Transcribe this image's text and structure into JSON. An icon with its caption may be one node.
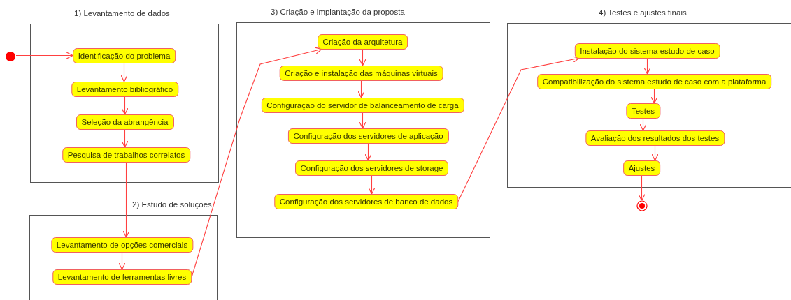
{
  "diagram": {
    "nodes": [
      {
        "text": [
          "1) Levantamento de dados"
        ]
      },
      {
        "text": [
          "Identificação do problema"
        ],
        "in": 0
      },
      {
        "text": [
          "Levantamento bibliográfico"
        ],
        "in": 0
      },
      {
        "text": [
          "Seleção da abrangência"
        ],
        "in": 0
      },
      {
        "text": [
          "Pesquisa de trabalhos correlatos"
        ],
        "in": 0
      },
      {
        "text": [
          "2) Estudo de soluções"
        ]
      },
      {
        "text": [
          "Levantamento de opções comerciais"
        ],
        "in": 5
      },
      {
        "text": [
          "Levantamento de ferramentas livres"
        ],
        "in": 5
      },
      {
        "text": [
          "3) Criação e implantação da proposta"
        ]
      },
      {
        "text": [
          "Criação da arquitetura"
        ],
        "in": 8
      },
      {
        "text": [
          "Criação e instalação das máquinas virtuais"
        ],
        "in": 8
      },
      {
        "text": [
          "Configuração do servidor de balanceamento de carga"
        ],
        "in": 8
      },
      {
        "text": [
          "Configuração dos servidores de aplicação"
        ],
        "in": 8
      },
      {
        "text": [
          "Configuração dos servidores de storage"
        ],
        "in": 8
      },
      {
        "text": [
          "Configuração dos servidores de banco de dados"
        ],
        "in": 8
      },
      {
        "text": [
          "4) Testes e ajustes finais"
        ]
      },
      {
        "text": [
          "Instalação do sistema estudo de caso"
        ],
        "in": 15
      },
      {
        "text": [
          "Compatibilização do sistema estudo de caso com a plataforma"
        ],
        "in": 15
      },
      {
        "text": [
          "Testes"
        ],
        "in": 15
      },
      {
        "text": [
          "Avaliação dos resultados dos testes"
        ],
        "in": 15
      },
      {
        "text": [
          "Ajustes"
        ],
        "in": 15
      },
      {
        "text": [],
        "shape": "circle"
      },
      {
        "text": [],
        "shape": "circle"
      }
    ],
    "edges": [
      {
        "from": 21,
        "to": 1,
        "arrow": "to"
      },
      {
        "from": 1,
        "to": 2,
        "arrow": "to"
      },
      {
        "from": 2,
        "to": 3,
        "arrow": "to"
      },
      {
        "from": 3,
        "to": 4,
        "arrow": "to"
      },
      {
        "from": 4,
        "to": 6,
        "arrow": "to"
      },
      {
        "from": 6,
        "to": 7,
        "arrow": "to"
      },
      {
        "from": 7,
        "to": 9,
        "arrow": "to"
      },
      {
        "from": 9,
        "to": 10,
        "arrow": "to"
      },
      {
        "from": 10,
        "to": 11,
        "arrow": "to"
      },
      {
        "from": 11,
        "to": 12,
        "arrow": "to"
      },
      {
        "from": 12,
        "to": 13,
        "arrow": "to"
      },
      {
        "from": 13,
        "to": 14,
        "arrow": "to"
      },
      {
        "from": 14,
        "to": 16,
        "arrow": "to"
      },
      {
        "from": 16,
        "to": 17,
        "arrow": "to"
      },
      {
        "from": 17,
        "to": 18,
        "arrow": "to"
      },
      {
        "from": 18,
        "to": 19,
        "arrow": "to"
      },
      {
        "from": 19,
        "to": 20,
        "arrow": "to"
      },
      {
        "from": 20,
        "to": 22,
        "arrow": "to"
      }
    ]
  }
}
